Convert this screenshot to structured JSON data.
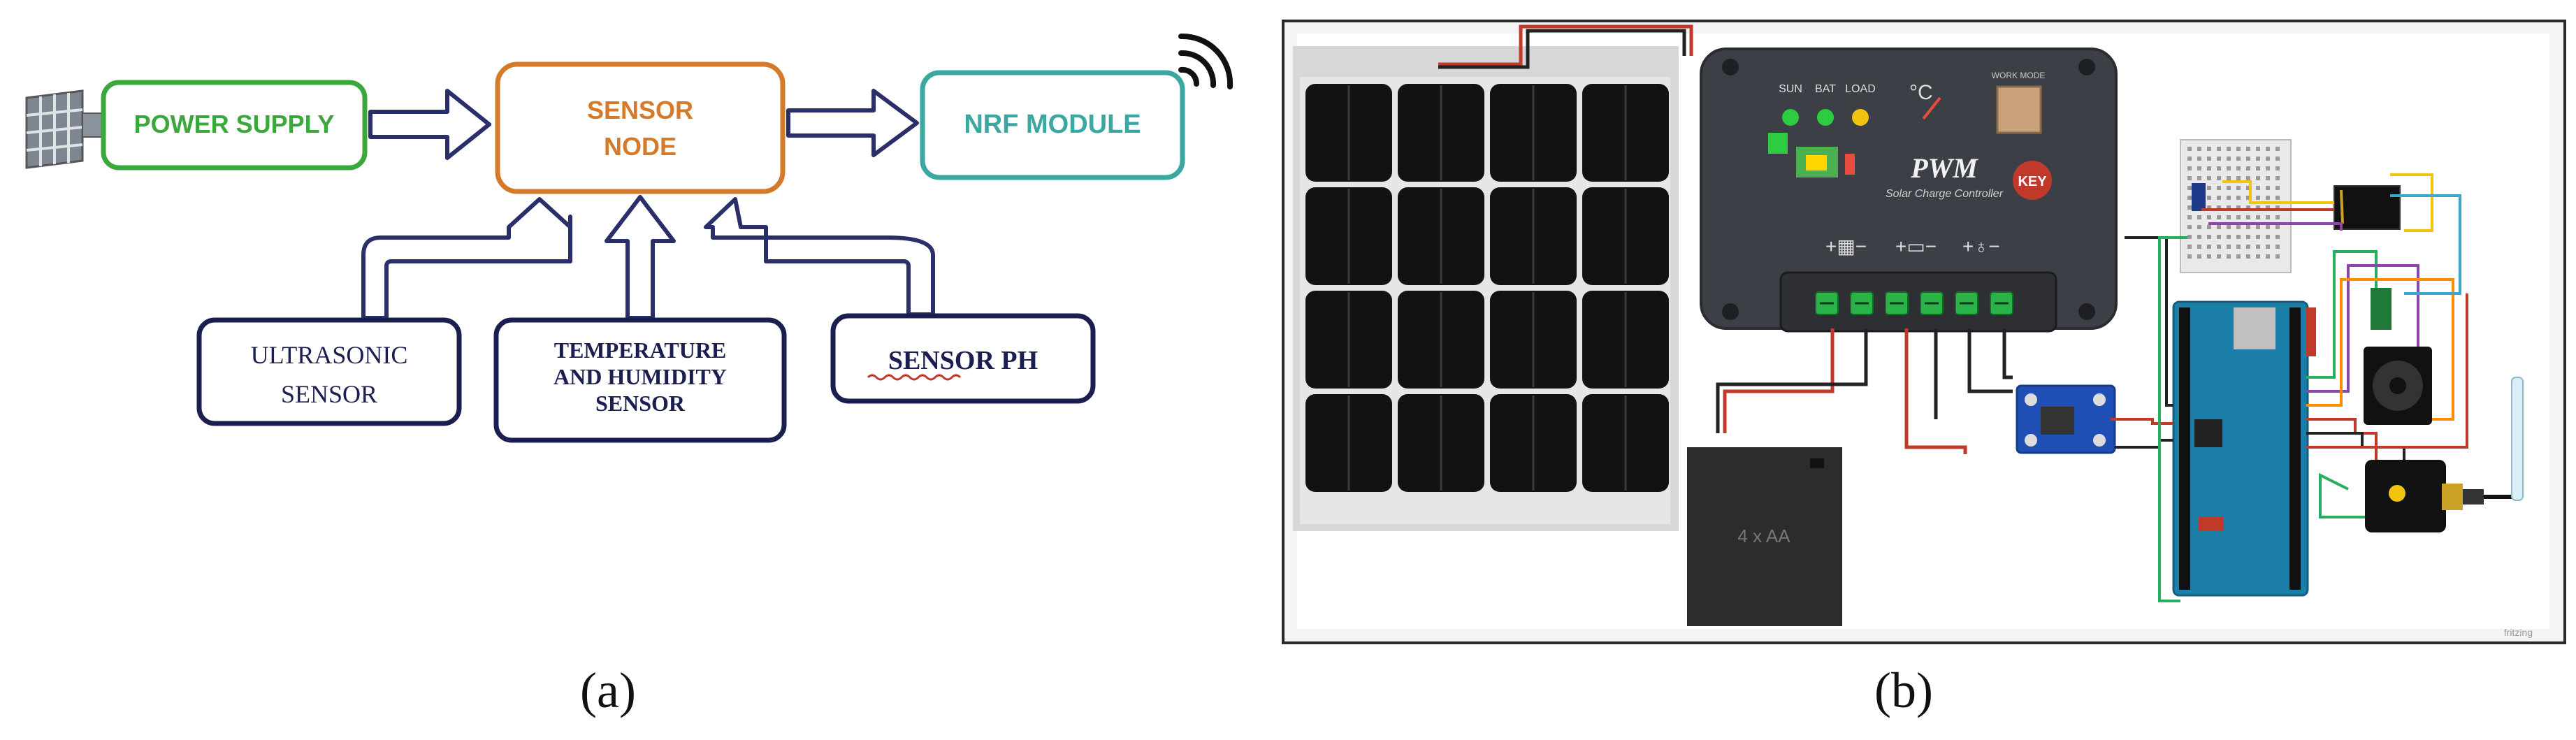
{
  "panel_a": {
    "caption": "(a)",
    "power_supply": "POWER SUPPLY",
    "sensor_node_line1": "SENSOR",
    "sensor_node_line2": "NODE",
    "nrf_module": "NRF MODULE",
    "ultrasonic_line1": "ULTRASONIC",
    "ultrasonic_line2": "SENSOR",
    "temp_line1": "TEMPERATURE",
    "temp_line2": "AND HUMIDITY",
    "temp_line3": "SENSOR",
    "ph": "SENSOR PH",
    "colors": {
      "power_supply": "#3aa83a",
      "sensor_node": "#d47a2a",
      "nrf_module": "#3aa8a0",
      "sensors": "#1a1f4f",
      "arrow": "#2a2f6a"
    }
  },
  "panel_b": {
    "caption": "(b)",
    "controller_title": "PWM",
    "controller_subtitle": "Solar Charge Controller",
    "sun": "SUN",
    "bat": "BAT",
    "load": "LOAD",
    "temp_unit": "°C",
    "work_mode": "WORK MODE",
    "key": "KEY",
    "battery_label": "4 x AA",
    "watermark": "fritzing"
  }
}
